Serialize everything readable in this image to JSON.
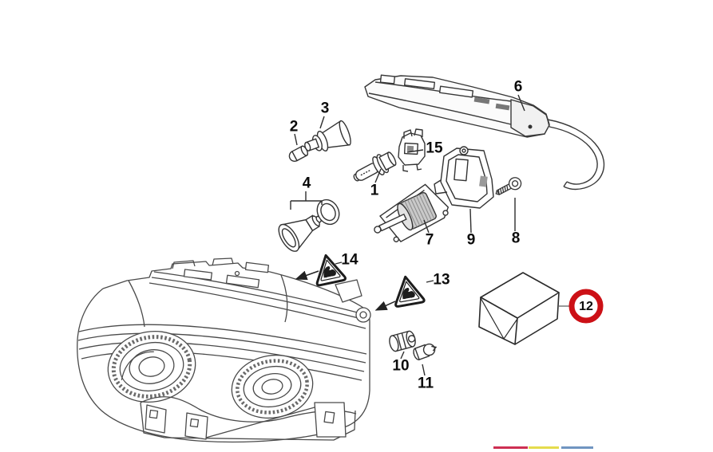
{
  "diagram": {
    "background_color": "#ffffff",
    "line_color": "#3f3f3f",
    "parts": {
      "p1": {
        "label": "1"
      },
      "p2": {
        "label": "2"
      },
      "p3": {
        "label": "3"
      },
      "p4": {
        "label": "4"
      },
      "p6": {
        "label": "6"
      },
      "p7": {
        "label": "7"
      },
      "p8": {
        "label": "8"
      },
      "p9": {
        "label": "9"
      },
      "p10": {
        "label": "10"
      },
      "p11": {
        "label": "11"
      },
      "p12": {
        "label": "12"
      },
      "p13": {
        "label": "13"
      },
      "p14": {
        "label": "14"
      },
      "p15": {
        "label": "15"
      }
    },
    "highlight": {
      "part": "12",
      "ring_color": "#cc1016"
    },
    "footer_bars": [
      {
        "name": "red-bar",
        "color": "#ce2f52"
      },
      {
        "name": "yellow-bar",
        "color": "#e5dc4d"
      },
      {
        "name": "blue-bar",
        "color": "#7095c1"
      }
    ]
  }
}
